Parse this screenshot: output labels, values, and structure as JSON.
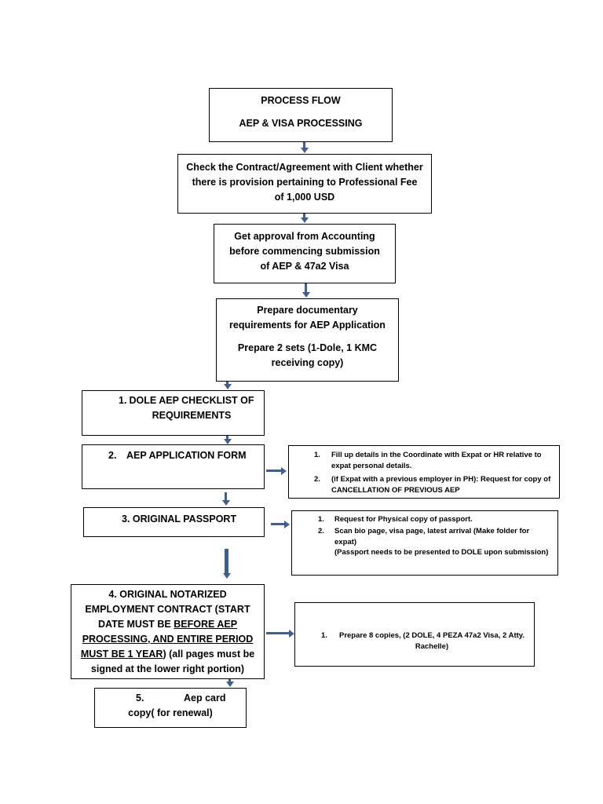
{
  "header": {
    "line1": "PROCESS FLOW",
    "line2": "AEP & VISA PROCESSING"
  },
  "step_check": {
    "text": "Check the Contract/Agreement with Client whether there is provision pertaining to Professional Fee of 1,000 USD"
  },
  "step_approval": {
    "text": "Get approval from Accounting before commencing submission of AEP & 47a2 Visa"
  },
  "step_prepare": {
    "line1": "Prepare documentary requirements for AEP Application",
    "line2": "Prepare 2 sets (1-Dole, 1 KMC receiving copy)"
  },
  "item1": {
    "number": "1.",
    "text": "DOLE AEP CHECKLIST OF REQUIREMENTS"
  },
  "item2": {
    "number": "2.",
    "text": "AEP APPLICATION FORM"
  },
  "item2_notes": [
    {
      "number": "1.",
      "text": "Fill up details in the Coordinate with Expat or HR relative to expat personal details."
    },
    {
      "number": "2.",
      "text": "(if Expat with a previous employer in PH): Request for copy of CANCELLATION OF PREVIOUS AEP"
    }
  ],
  "item3": {
    "text": "3. ORIGINAL PASSPORT"
  },
  "item3_notes": [
    {
      "number": "1.",
      "text": "Request for Physical copy of passport."
    },
    {
      "number": "2.",
      "text": "Scan bio page, visa page, latest arrival (Make folder for expat)",
      "extra": "(Passport needs to be presented to DOLE upon submission)"
    }
  ],
  "item4": {
    "part1": "4. ORIGINAL NOTARIZED EMPLOYMENT CONTRACT (START DATE MUST BE",
    "part2_underlined": "BEFORE AEP PROCESSING, AND ENTIRE PERIOD MUST BE 1 YEAR",
    "part3": ") (all pages must be signed at the lower right portion)"
  },
  "item4_notes": [
    {
      "number": "1.",
      "text": "Prepare 8 copies, (2 DOLE, 4 PEZA 47a2 Visa, 2 Atty. Rachelle)"
    }
  ],
  "item5": {
    "number": "5.",
    "text1": "Aep card",
    "text2": "copy( for renewal)"
  },
  "colors": {
    "arrow": "#3d5f94",
    "border": "#000000",
    "background": "#ffffff"
  }
}
